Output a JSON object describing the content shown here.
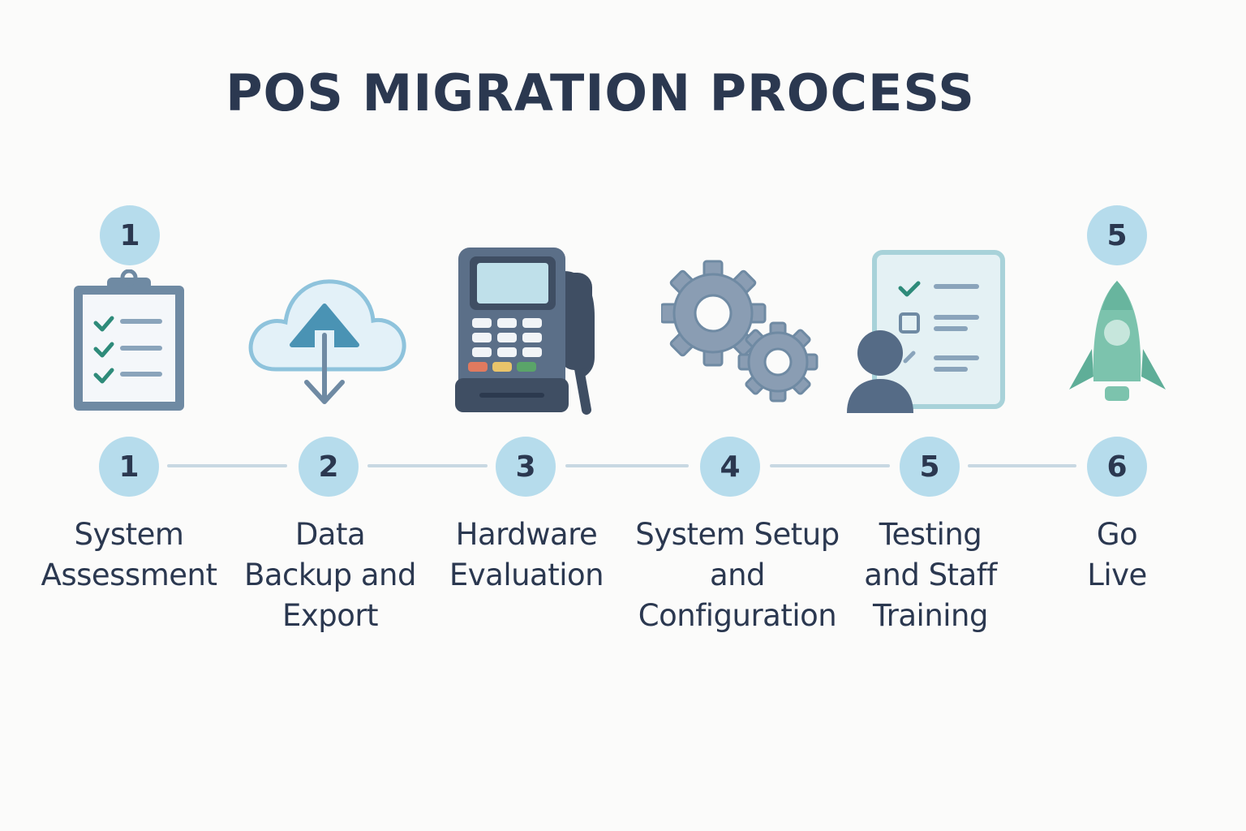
{
  "title": "POS MIGRATION PROCESS",
  "top_badges": [
    "1",
    "5"
  ],
  "steps": [
    {
      "number": "1",
      "label": "System\nAssessment",
      "icon": "clipboard-checklist-icon"
    },
    {
      "number": "2",
      "label": "Data\nBackup and\nExport",
      "icon": "cloud-upload-icon"
    },
    {
      "number": "3",
      "label": "Hardware\nEvaluation",
      "icon": "payment-terminal-icon"
    },
    {
      "number": "4",
      "label": "System Setup\nand\nConfiguration",
      "icon": "gears-icon"
    },
    {
      "number": "5",
      "label": "Testing\nand Staff\nTraining",
      "icon": "checklist-person-icon"
    },
    {
      "number": "6",
      "label": "Go\nLive",
      "icon": "rocket-icon"
    }
  ],
  "colors": {
    "badge": "#b6dcec",
    "text": "#2b3850",
    "connector": "#c8d8e2",
    "icon_dark": "#6f8aa3",
    "icon_light": "#d9eaf4",
    "check": "#2e8b7a",
    "rocket": "#7cc3ad"
  }
}
